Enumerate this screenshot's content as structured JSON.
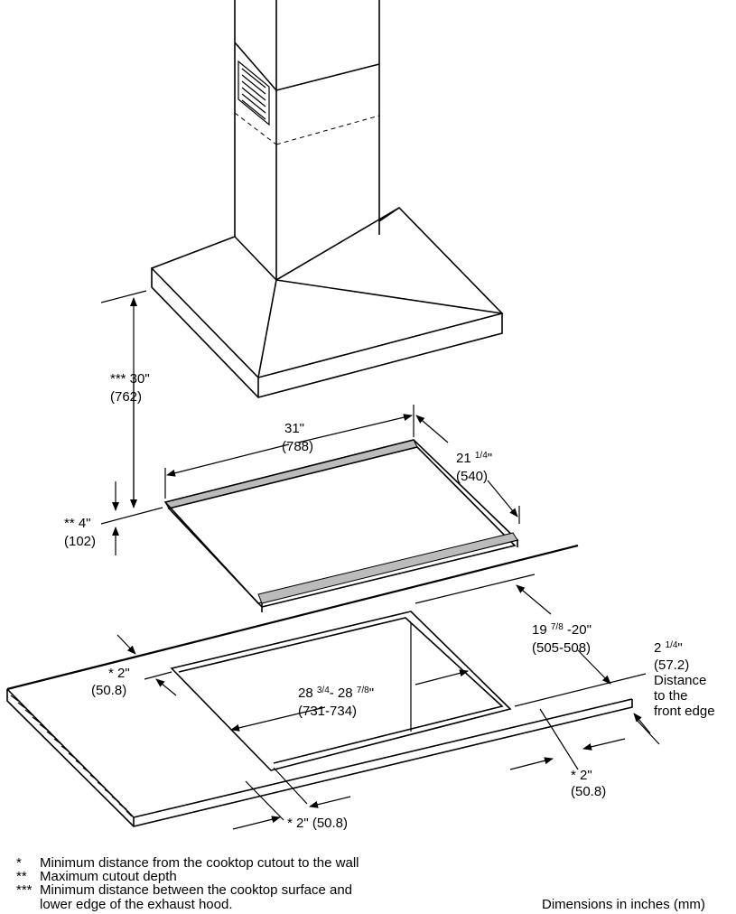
{
  "labels": {
    "hood_height_value": "*** 30\"",
    "hood_height_mm": "(762)",
    "cooktop_width_value": "31\"",
    "cooktop_width_mm": "(788)",
    "cooktop_depth_whole": "21 ",
    "cooktop_depth_frac": "1/4",
    "cooktop_depth_unit": "\"",
    "cooktop_depth_mm": "(540)",
    "cutout_depth_value": "** 4\"",
    "cutout_depth_mm": "(102)",
    "cutout_depth2_a": "19 ",
    "cutout_depth2_frac1": "7/8",
    "cutout_depth2_b": " -20\"",
    "cutout_depth2_mm": "(505-508)",
    "front_edge_whole": "2 ",
    "front_edge_frac": "1/4",
    "front_edge_unit": "\"",
    "front_edge_mm": "(57.2)",
    "front_edge_desc_1": "Distance",
    "front_edge_desc_2": "to the",
    "front_edge_desc_3": "front edge",
    "wall_left_value": "* 2\"",
    "wall_left_mm": "(50.8)",
    "cutout_width_a": "28 ",
    "cutout_width_frac1": "3/4",
    "cutout_width_b": "- 28 ",
    "cutout_width_frac2": "7/8",
    "cutout_width_c": "\"",
    "cutout_width_mm": "(731-734)",
    "right_gap_value": "* 2\"",
    "right_gap_mm": "(50.8)",
    "bottom_gap": "* 2\" (50.8)"
  },
  "notes": [
    {
      "mark": "*",
      "text": "Minimum distance from the cooktop cutout to the wall"
    },
    {
      "mark": "**",
      "text": "Maximum cutout depth"
    },
    {
      "mark": "***",
      "text": "Minimum distance between the cooktop surface and"
    },
    {
      "mark": "",
      "text": "lower edge of the exhaust hood."
    }
  ],
  "units_note": "Dimensions in inches (mm)",
  "colors": {
    "line": "#000000",
    "edge_fill": "#bbbbbb",
    "background": "#ffffff"
  }
}
